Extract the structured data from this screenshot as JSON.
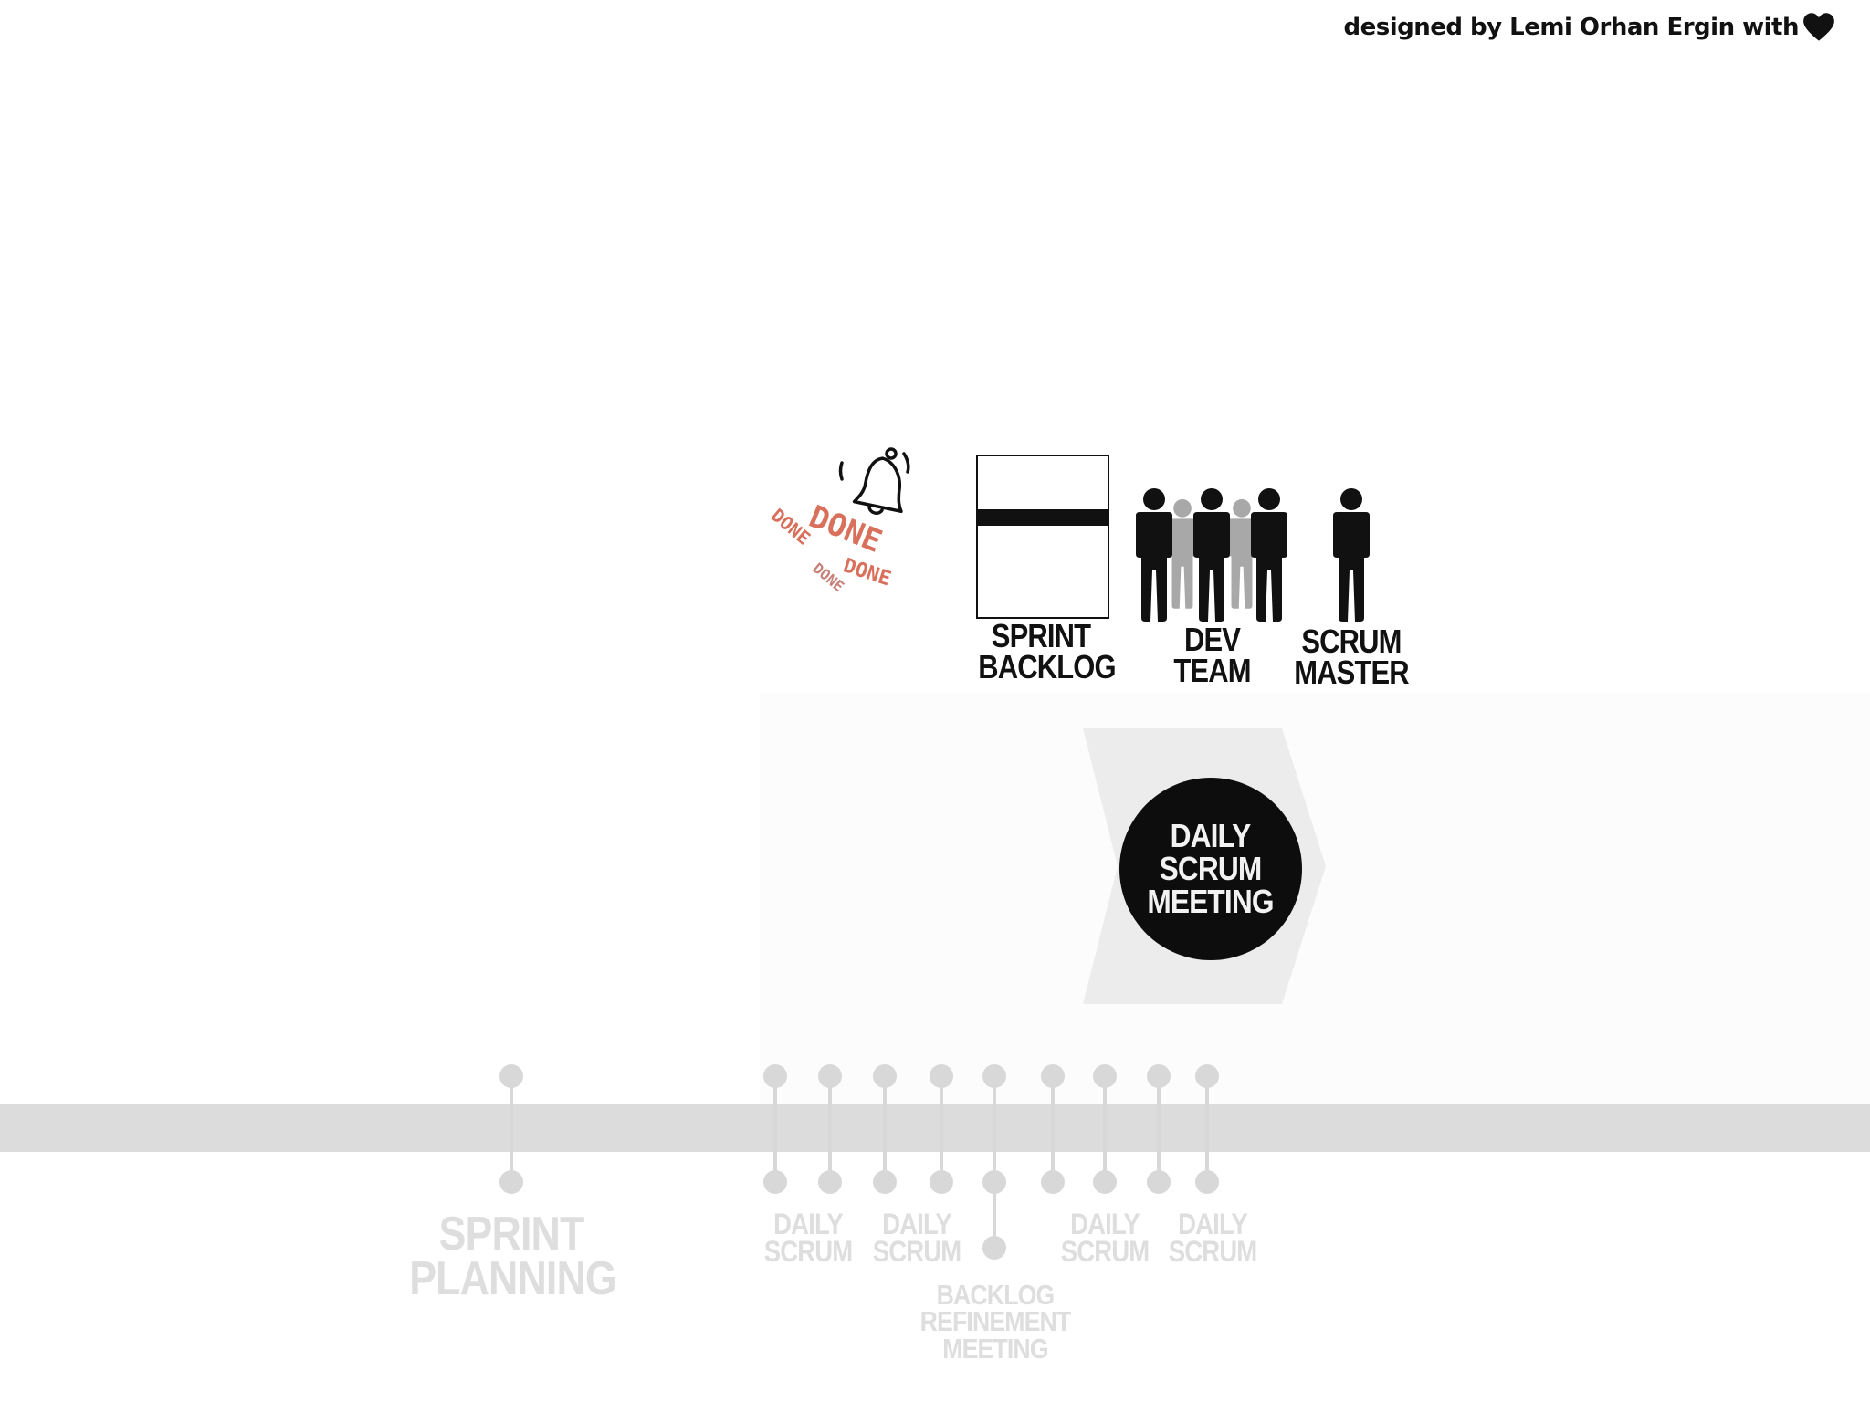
{
  "credit": {
    "text": "designed by Lemi Orhan Ergin with",
    "icon": "heart-icon"
  },
  "done_stamps": [
    "DONE",
    "DONE",
    "DONE",
    "DONE"
  ],
  "roles": {
    "sprint_backlog": [
      "SPRINT",
      "BACKLOG"
    ],
    "dev_team": "DEV TEAM",
    "scrum_master": [
      "SCRUM",
      "MASTER"
    ]
  },
  "event": {
    "lines": [
      "DAILY",
      "SCRUM",
      "MEETING"
    ]
  },
  "timeline": {
    "sprint_planning": [
      "SPRINT",
      "PLANNING"
    ],
    "daily_scrum": [
      "DAILY",
      "SCRUM"
    ],
    "backlog_refinement": [
      "BACKLOG",
      "REFINEMENT",
      "MEETING"
    ]
  },
  "colors": {
    "timeline": "#dcdcdd",
    "stamp": "#d9705c",
    "ink": "#111111"
  }
}
